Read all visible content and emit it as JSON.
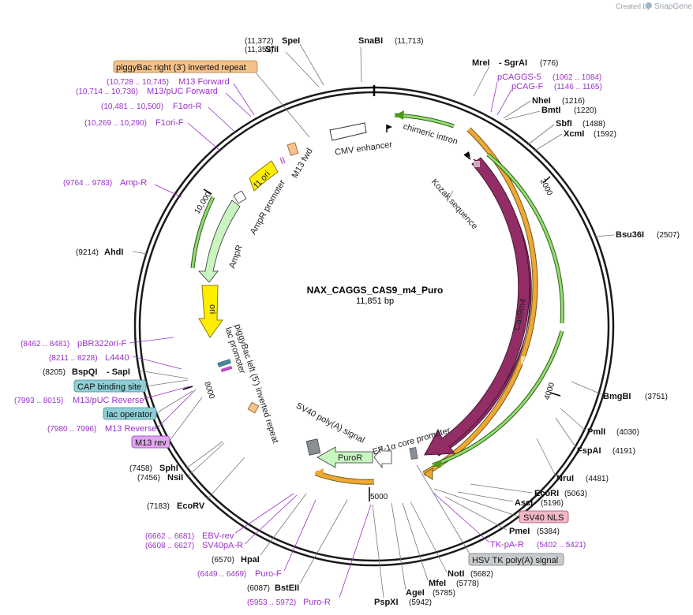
{
  "header": {
    "created_by": "Created by",
    "brand": "SnapGene"
  },
  "map": {
    "name": "NAX_CAGGS_CAS9_m4_Puro",
    "length_label": "11,851 bp",
    "ticks": [
      "2000",
      "4000",
      "5000",
      "8000",
      "10,000"
    ]
  },
  "enzymes": [
    {
      "name": "SnaBI",
      "pos": "(11,713)"
    },
    {
      "name": "SpeI",
      "pos": "(11,372)"
    },
    {
      "name": "SfiI",
      "pos": "(11,352)"
    },
    {
      "name": "MreI",
      "pos": ""
    },
    {
      "name": "- SgrAI",
      "pos": "(776)"
    },
    {
      "name": "NheI",
      "pos": "(1216)"
    },
    {
      "name": "BmtI",
      "pos": "(1220)"
    },
    {
      "name": "SbfI",
      "pos": "(1488)"
    },
    {
      "name": "XcmI",
      "pos": "(1592)"
    },
    {
      "name": "Bsu36I",
      "pos": "(2507)"
    },
    {
      "name": "BmgBI",
      "pos": "(3751)"
    },
    {
      "name": "PmlI",
      "pos": "(4030)"
    },
    {
      "name": "FspAI",
      "pos": "(4191)"
    },
    {
      "name": "NruI",
      "pos": "(4481)"
    },
    {
      "name": "EcoRI",
      "pos": "(5063)"
    },
    {
      "name": "AscI",
      "pos": "(5196)"
    },
    {
      "name": "PmeI",
      "pos": "(5384)"
    },
    {
      "name": "NotI",
      "pos": "(5682)"
    },
    {
      "name": "MfeI",
      "pos": "(5778)"
    },
    {
      "name": "AgeI",
      "pos": "(5785)"
    },
    {
      "name": "PspXI",
      "pos": "(5942)"
    },
    {
      "name": "BstEII",
      "pos": "(6087)"
    },
    {
      "name": "HpaI",
      "pos": "(6570)"
    },
    {
      "name": "EcoRV",
      "pos": "(7183)"
    },
    {
      "name": "SphI",
      "pos": "(7458)"
    },
    {
      "name": "NsiI",
      "pos": "(7456)"
    },
    {
      "name": "BspQI",
      "pos": "(8205)"
    },
    {
      "name": "- SapI",
      "pos": ""
    },
    {
      "name": "AhdI",
      "pos": "(9214)"
    }
  ],
  "primers": [
    {
      "name": "M13 Forward",
      "pos": "(10,728 .. 10,745)"
    },
    {
      "name": "M13/pUC Forward",
      "pos": "(10,714 .. 10,736)"
    },
    {
      "name": "F1ori-R",
      "pos": "(10,481 .. 10,500)"
    },
    {
      "name": "F1ori-F",
      "pos": "(10,269 .. 10,290)"
    },
    {
      "name": "Amp-R",
      "pos": "(9764 .. 9783)"
    },
    {
      "name": "pCAGGS-5",
      "pos": "(1062 .. 1084)"
    },
    {
      "name": "pCAG-F",
      "pos": "(1146 .. 1165)"
    },
    {
      "name": "pBR322ori-F",
      "pos": "(8462 .. 8481)"
    },
    {
      "name": "L4440",
      "pos": "(8211 .. 8228)"
    },
    {
      "name": "M13/pUC Reverse",
      "pos": "(7993 .. 8015)"
    },
    {
      "name": "M13 Reverse",
      "pos": "(7980 .. 7996)"
    },
    {
      "name": "TK-pA-R",
      "pos": "(5402 .. 5421)"
    },
    {
      "name": "EBV-rev",
      "pos": "(6662 .. 6681)"
    },
    {
      "name": "SV40pA-R",
      "pos": "(6608 .. 6627)"
    },
    {
      "name": "Puro-F",
      "pos": "(6449 .. 6469)"
    },
    {
      "name": "Puro-R",
      "pos": "(5953 .. 5972)"
    }
  ],
  "boxed_labels": [
    {
      "text": "piggyBac right (3') inverted repeat",
      "color": "#f6c28b"
    },
    {
      "text": "CAP binding site",
      "color": "#8ecfd6"
    },
    {
      "text": "lac operator",
      "color": "#8ecfd6"
    },
    {
      "text": "M13 rev",
      "color": "#e0a7ea"
    },
    {
      "text": "SV40 NLS",
      "color": "#f2b8c6"
    },
    {
      "text": "HSV TK poly(A) signal",
      "color": "#c9cccf"
    }
  ],
  "features": {
    "chimeric_intron": "chimeric intron",
    "cmv_enhancer": "CMV enhancer",
    "kozak": "Kozak sequence",
    "m13fwd": "M13 fwd",
    "f1ori": "f1 ori",
    "ampr_promoter": "AmpR promoter",
    "ampr": "AmpR",
    "ori": "ori",
    "pb_left": "piggyBac left (5') inverted repeat",
    "lac_promoter": "lac promoter",
    "sv40_pa": "SV40 poly(A) signal",
    "puror": "PuroR",
    "ef1a": "EF-1α core promoter",
    "cas9": "Cas9m4"
  },
  "colors": {
    "backbone": "#1a1a1a",
    "cas9": "#922d66",
    "green": "#4b9a1a",
    "orange": "#e8a030",
    "yellow": "#ffee00",
    "lightgreen": "#c8f5c0",
    "primer": "#9a32c9"
  }
}
